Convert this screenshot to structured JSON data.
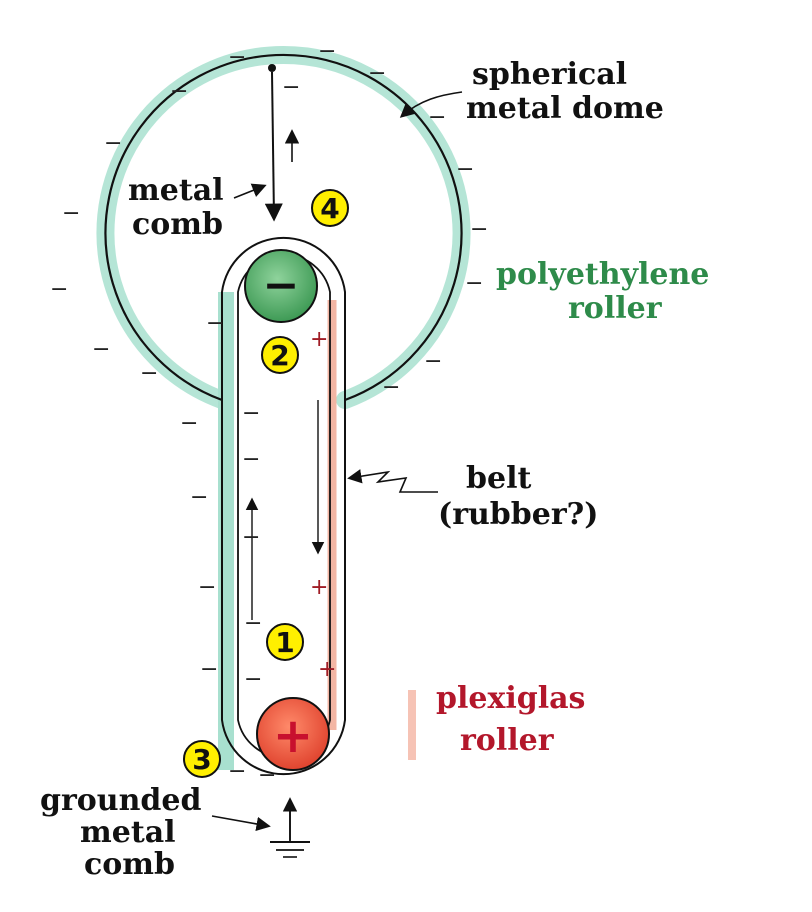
{
  "labels": {
    "dome_line1": "spherical",
    "dome_line2": "metal dome",
    "comb_line1": "metal",
    "comb_line2": "comb",
    "poly_line1": "polyethylene",
    "poly_line2": "roller",
    "belt_line1": "belt",
    "belt_line2": "(rubber?)",
    "plexi_line1": "plexiglas",
    "plexi_line2": "roller",
    "ground_line1": "grounded",
    "ground_line2": "metal",
    "ground_line3": "comb"
  },
  "markers": [
    "1",
    "2",
    "3",
    "4"
  ],
  "roller_signs": {
    "top": "−",
    "bottom": "+"
  },
  "charge_signs": {
    "negative": "−",
    "positive": "+"
  },
  "colors": {
    "dome_shade": "#a8e0cf",
    "polyethylene": "#2e8b4a",
    "plexiglas": "#e04a36",
    "marker": "#ffef00",
    "text_green": "#2e8b4a",
    "text_red": "#b3172b"
  }
}
